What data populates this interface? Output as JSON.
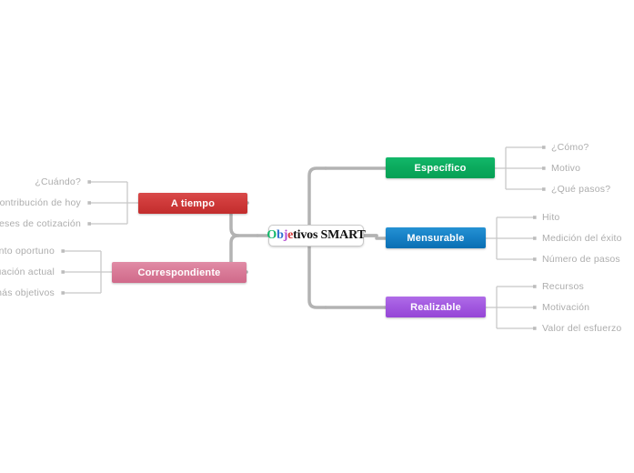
{
  "diagram": {
    "type": "mind-map",
    "background": "#ffffff",
    "center": {
      "text": "Objetivos SMART",
      "letters": [
        {
          "char": "O",
          "color": "#13b86a"
        },
        {
          "char": "b",
          "color": "#2f6fd0"
        },
        {
          "char": "j",
          "color": "#b44ad0"
        },
        {
          "char": "e",
          "color": "#d43838"
        },
        {
          "char": "t",
          "color": "#111111"
        },
        {
          "char": "i",
          "color": "#111111"
        },
        {
          "char": "v",
          "color": "#111111"
        },
        {
          "char": "o",
          "color": "#111111"
        },
        {
          "char": "s",
          "color": "#111111"
        },
        {
          "char": " ",
          "color": "#111111"
        },
        {
          "char": "S",
          "color": "#111111"
        },
        {
          "char": "M",
          "color": "#111111"
        },
        {
          "char": "A",
          "color": "#111111"
        },
        {
          "char": "R",
          "color": "#111111"
        },
        {
          "char": "T",
          "color": "#111111"
        }
      ]
    },
    "connector_color": "#b3b3b3",
    "leaf_text_color": "#adadad",
    "branches": [
      {
        "id": "especifico",
        "label": "Específico",
        "side": "right",
        "color": "#0cab5e",
        "children": [
          {
            "label": "¿Cómo?"
          },
          {
            "label": "Motivo"
          },
          {
            "label": "¿Qué pasos?"
          }
        ]
      },
      {
        "id": "mensurable",
        "label": "Mensurable",
        "side": "right",
        "color": "#1781c6",
        "children": [
          {
            "label": "Hito"
          },
          {
            "label": "Medición del éxito"
          },
          {
            "label": "Número de pasos"
          }
        ]
      },
      {
        "id": "realizable",
        "label": "Realizable",
        "side": "right",
        "color": "#a259e0",
        "children": [
          {
            "label": "Recursos"
          },
          {
            "label": "Motivación"
          },
          {
            "label": "Valor del esfuerzo"
          }
        ]
      },
      {
        "id": "a-tiempo",
        "label": "A tiempo",
        "side": "left",
        "color": "#cf3a3a",
        "children": [
          {
            "label": "¿Cuándo?"
          },
          {
            "label": "Contribución de hoy"
          },
          {
            "label": "meses de cotización"
          }
        ]
      },
      {
        "id": "correspondiente",
        "label": "Correspondiente",
        "side": "left",
        "color": "#d97b98",
        "children": [
          {
            "label": "ento oportuno"
          },
          {
            "label": "uación actual"
          },
          {
            "label": "más objetivos"
          }
        ]
      }
    ]
  }
}
